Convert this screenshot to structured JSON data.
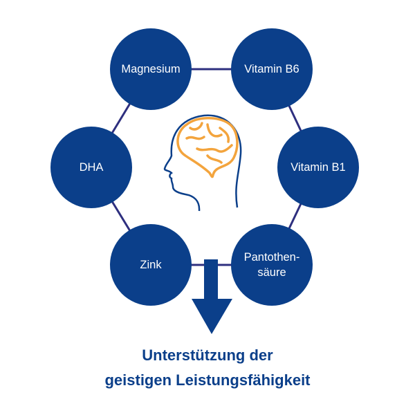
{
  "nodes": [
    "Magnesium",
    "Vitamin B6",
    "DHA",
    "Vitamin B1",
    "Zink",
    "Pantothen-\nsäure"
  ],
  "pantothen_line1": "Pantothen-",
  "pantothen_line2": "säure",
  "title_line1": "Unterstützung der",
  "title_line2": "geistigen Leistungsfähigkeit",
  "colors": {
    "node": "#0b3f8a",
    "line": "#2e2f7f",
    "brain": "#f3a43d"
  }
}
